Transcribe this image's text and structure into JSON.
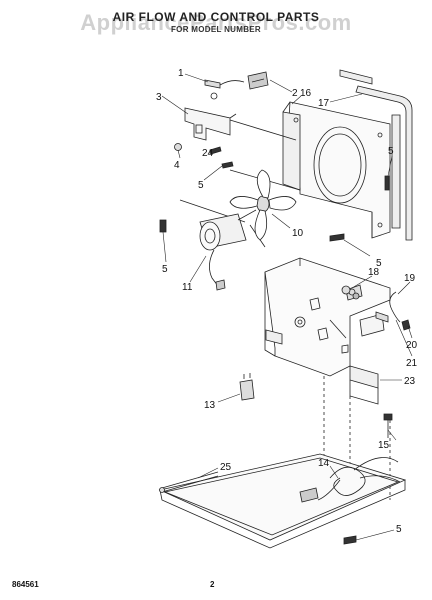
{
  "header": {
    "title": "AIR FLOW AND CONTROL PARTS",
    "subtitle": "FOR MODEL NUMBER",
    "watermark": "AppliancePartsPros.com"
  },
  "footer": {
    "code": "864561",
    "page": "2"
  },
  "callouts": {
    "c1": "1",
    "c2": "2",
    "c3": "3",
    "c4": "4",
    "c24": "24",
    "c5a": "5",
    "c16": "16",
    "c17": "17",
    "c5b": "5",
    "c10": "10",
    "c5c": "5",
    "c5d": "5",
    "c11": "11",
    "c18": "18",
    "c19": "19",
    "c20": "20",
    "c21": "21",
    "c23": "23",
    "c13": "13",
    "c15": "15",
    "c14": "14",
    "c25": "25",
    "c5e": "5"
  }
}
